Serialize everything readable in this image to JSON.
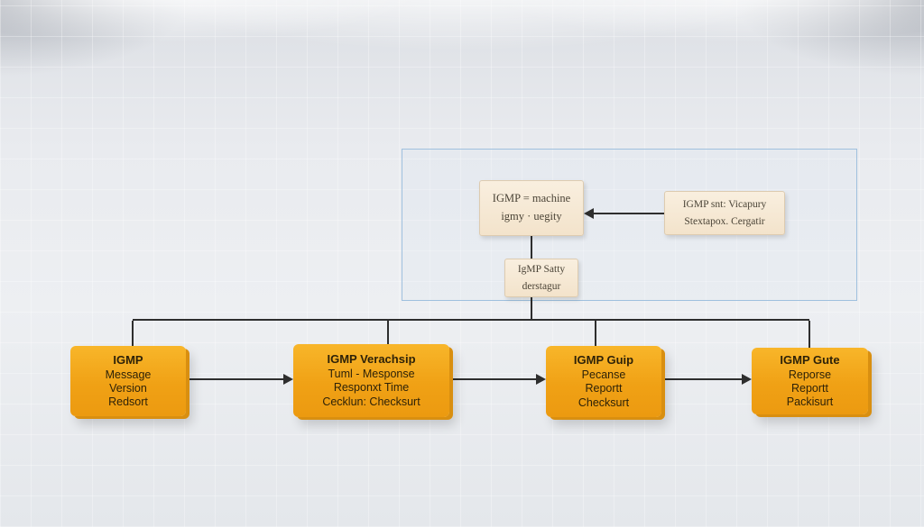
{
  "diagram": {
    "top_group": {
      "main_box": {
        "lines": [
          "IGMP = machine",
          "igmy · uegity"
        ]
      },
      "right_box": {
        "lines": [
          "IGMP snt:  Vicapury",
          "Stextapox.  Cergatir"
        ]
      },
      "sub_box": {
        "lines": [
          "IgMP Satty",
          "derstagur"
        ]
      }
    },
    "bottom_boxes": [
      {
        "title": "IGMP",
        "lines": [
          "Message",
          "Version",
          "Redsort"
        ]
      },
      {
        "title": "IGMP Verachsip",
        "lines": [
          "Tuml -  Mesponse",
          "Responxt  Time",
          "Cecklun:  Checksurt"
        ]
      },
      {
        "title": "IGMP Guip",
        "lines": [
          "Pecanse",
          "Reportt",
          "Checksurt"
        ]
      },
      {
        "title": "IGMP Gute",
        "lines": [
          "Reporse",
          "Reportt",
          "Packisurt"
        ]
      }
    ],
    "colors": {
      "orange_box": "#f0a115",
      "orange_box_dark": "#d98f10",
      "cream_box": "#f3e3cb",
      "blue_border": "#9fc0de",
      "line": "#2e2e2e"
    }
  }
}
